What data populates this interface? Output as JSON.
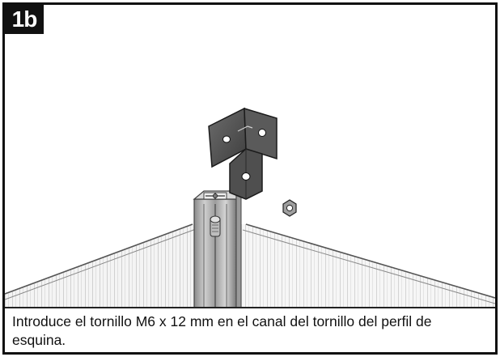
{
  "step": {
    "label": "1b"
  },
  "illustration": {
    "subject": "corner bracket and M6 nut above the corner profile of the greenhouse",
    "icons": [
      "corner-bracket-icon",
      "nut-icon",
      "corner-profile-icon",
      "screw-icon"
    ]
  },
  "caption": {
    "text": "Introduce el tornillo M6 x 12 mm en el canal del tornillo del perfil de esquina."
  }
}
